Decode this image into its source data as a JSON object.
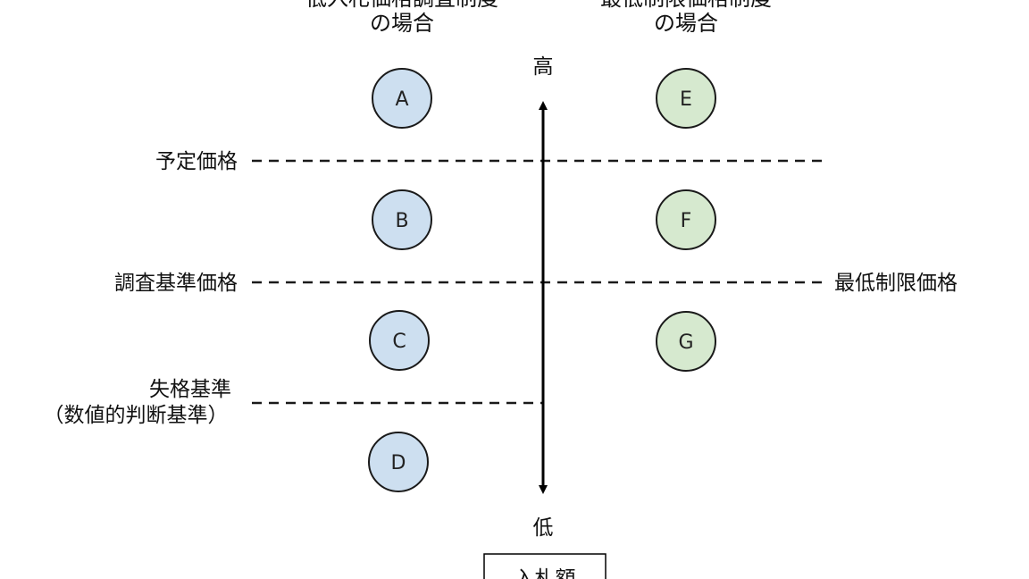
{
  "headers": {
    "left": {
      "line1": "低入札価格調査制度",
      "line2": "の場合"
    },
    "right": {
      "line1": "最低制限価格制度",
      "line2": "の場合"
    }
  },
  "axis": {
    "high_label": "高",
    "low_label": "低",
    "box_label": "入札額"
  },
  "thresholds": {
    "planned_price": "予定価格",
    "survey_base_price": "調査基準価格",
    "minimum_limit_price": "最低制限価格",
    "disqualification_line1": "失格基準",
    "disqualification_line2": "（数値的判断基準）"
  },
  "nodes": {
    "left": [
      {
        "label": "A"
      },
      {
        "label": "B"
      },
      {
        "label": "C"
      },
      {
        "label": "D"
      }
    ],
    "right": [
      {
        "label": "E"
      },
      {
        "label": "F"
      },
      {
        "label": "G"
      }
    ]
  },
  "colors": {
    "left_node_fill": "#cddff0",
    "right_node_fill": "#d6e9cf",
    "line": "#1a1a1a"
  }
}
